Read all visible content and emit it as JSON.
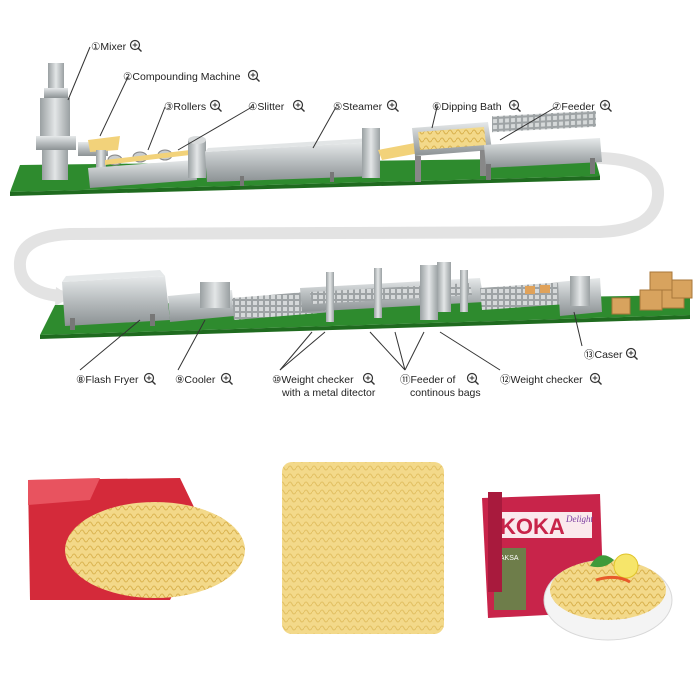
{
  "stations": [
    {
      "num": "①",
      "label": "Mixer"
    },
    {
      "num": "②",
      "label": "Compounding Machine"
    },
    {
      "num": "③",
      "label": "Rollers"
    },
    {
      "num": "④",
      "label": "Slitter"
    },
    {
      "num": "⑤",
      "label": "Steamer"
    },
    {
      "num": "⑥",
      "label": "Dipping Bath"
    },
    {
      "num": "⑦",
      "label": "Feeder"
    },
    {
      "num": "⑧",
      "label": "Flash Fryer"
    },
    {
      "num": "⑨",
      "label": "Cooler"
    },
    {
      "num": "⑩",
      "label": "Weight checker",
      "label2": "with a metal ditector"
    },
    {
      "num": "⑪",
      "label": "Feeder of",
      "label2": "continous bags"
    },
    {
      "num": "⑫",
      "label": "Weight checker"
    },
    {
      "num": "⑬",
      "label": "Caser"
    }
  ],
  "product": {
    "brand": "KOKA",
    "sub": "Delight",
    "flavor": "LAKSA"
  },
  "colors": {
    "belt_green": "#2e8b2e",
    "machine_gray": "#b9bec0",
    "noodle_yellow": "#f2d27a",
    "pack_red": "#d42a3a",
    "loop_gray": "#e6e6e6"
  },
  "icons": [
    "zoom-icon"
  ]
}
